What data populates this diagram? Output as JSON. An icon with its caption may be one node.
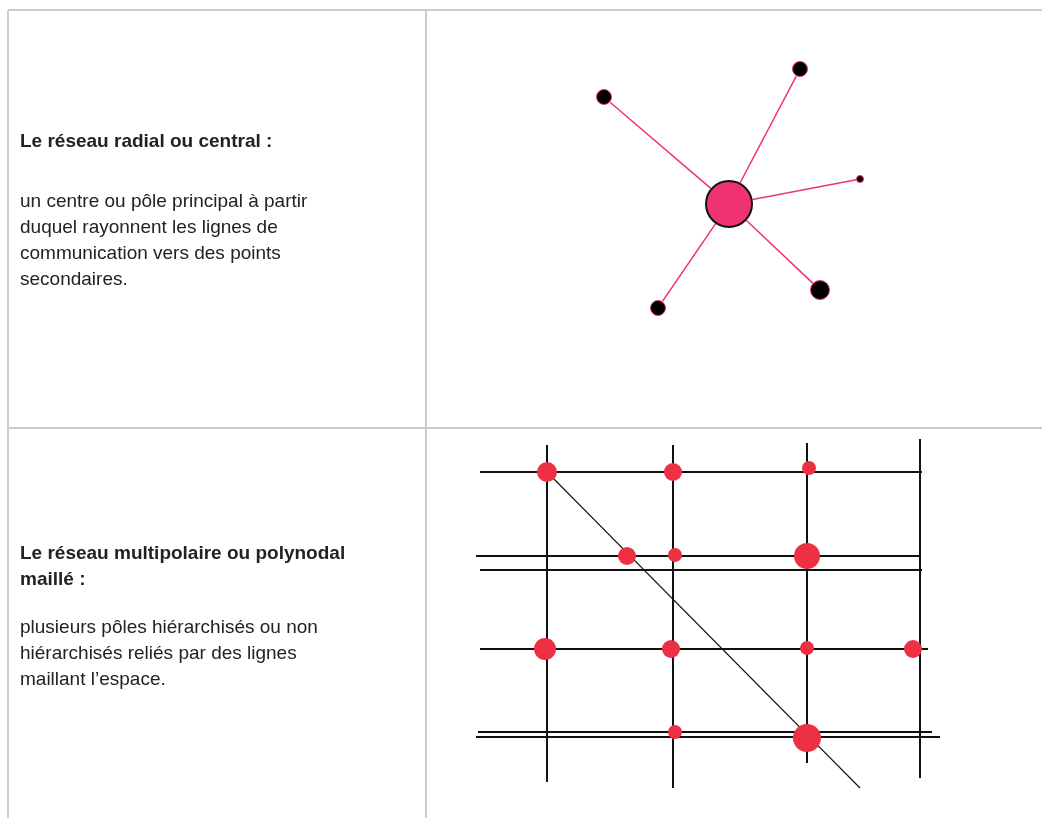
{
  "diagram": {
    "nodes": [
      {
        "text": [],
        "shape": "circle"
      },
      {
        "text": [],
        "shape": "circle"
      },
      {
        "text": [],
        "shape": "circle"
      },
      {
        "text": [],
        "shape": "circle"
      },
      {
        "text": [],
        "shape": "circle"
      },
      {
        "text": [],
        "shape": "circle"
      }
    ],
    "edges": [
      {
        "from": 0,
        "to": 1,
        "arrow": "none"
      },
      {
        "from": 0,
        "to": 2,
        "arrow": "none"
      },
      {
        "from": 0,
        "to": 3,
        "arrow": "none"
      },
      {
        "from": 0,
        "to": 4,
        "arrow": "none"
      },
      {
        "from": 0,
        "to": 5,
        "arrow": "none"
      }
    ],
    "labels": [
      "Le réseau radial ou central :",
      "un centre ou pôle principal à partir duquel rayonnent les lignes de communication vers des points secondaires.",
      "Le réseau multipolaire ou polynodal maillé :",
      "plusieurs pôles hiérarchisés ou non hiérarchisés reliés par des lignes maillant l’espace."
    ]
  }
}
